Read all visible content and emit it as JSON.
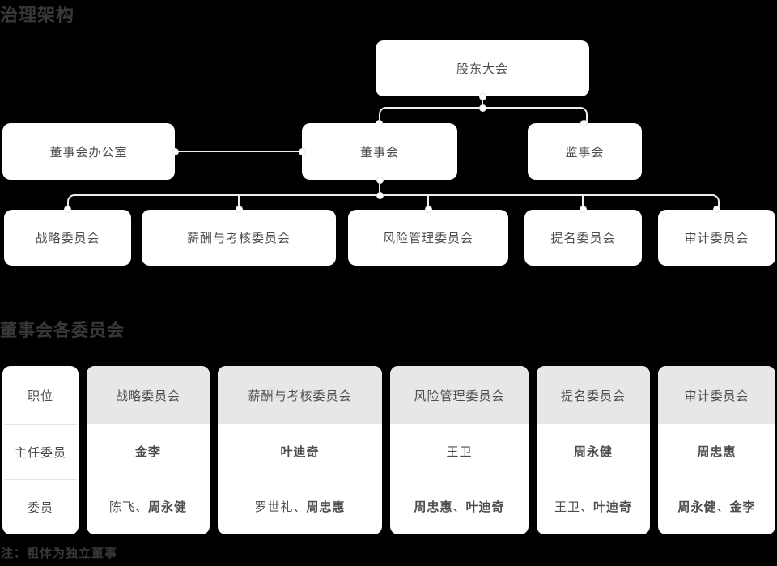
{
  "sections": {
    "governance_title": "治理架构",
    "committees_title": "董事会各委员会"
  },
  "org_chart": {
    "nodes": {
      "shareholders": "股东大会",
      "board_office": "董事会办公室",
      "board": "董事会",
      "supervisory": "监事会",
      "strategy": "战略委员会",
      "remuneration": "薪酬与考核委员会",
      "risk": "风险管理委员会",
      "nomination": "提名委员会",
      "audit": "审计委员会"
    }
  },
  "committee_table": {
    "position_column": {
      "header": "职位",
      "row_chair": "主任委员",
      "row_members": "委员"
    },
    "name_separator": "、",
    "columns": [
      {
        "header": "战略委员会",
        "chair": [
          {
            "name": "金李",
            "bold": true
          }
        ],
        "members": [
          {
            "name": "陈飞",
            "bold": false
          },
          {
            "name": "周永健",
            "bold": true
          }
        ]
      },
      {
        "header": "薪酬与考核委员会",
        "chair": [
          {
            "name": "叶迪奇",
            "bold": true
          }
        ],
        "members": [
          {
            "name": "罗世礼",
            "bold": false
          },
          {
            "name": "周忠惠",
            "bold": true
          }
        ]
      },
      {
        "header": "风险管理委员会",
        "chair": [
          {
            "name": "王卫",
            "bold": false
          }
        ],
        "members": [
          {
            "name": "周忠惠",
            "bold": true
          },
          {
            "name": "叶迪奇",
            "bold": true
          }
        ]
      },
      {
        "header": "提名委员会",
        "chair": [
          {
            "name": "周永健",
            "bold": true
          }
        ],
        "members": [
          {
            "name": "王卫",
            "bold": false
          },
          {
            "name": "叶迪奇",
            "bold": true
          }
        ]
      },
      {
        "header": "审计委员会",
        "chair": [
          {
            "name": "周忠惠",
            "bold": true
          }
        ],
        "members": [
          {
            "name": "周永健",
            "bold": true
          },
          {
            "name": "金李",
            "bold": true
          }
        ]
      }
    ]
  },
  "note": "注：粗体为独立董事",
  "colors": {
    "background": "#000000",
    "node_background": "#ffffff",
    "node_text": "#4d4d4d",
    "section_title_text": "#383838",
    "connector_line": "#ededed",
    "table_header_background": "#e7e7e7",
    "row_separator": "#e3e3e3"
  }
}
